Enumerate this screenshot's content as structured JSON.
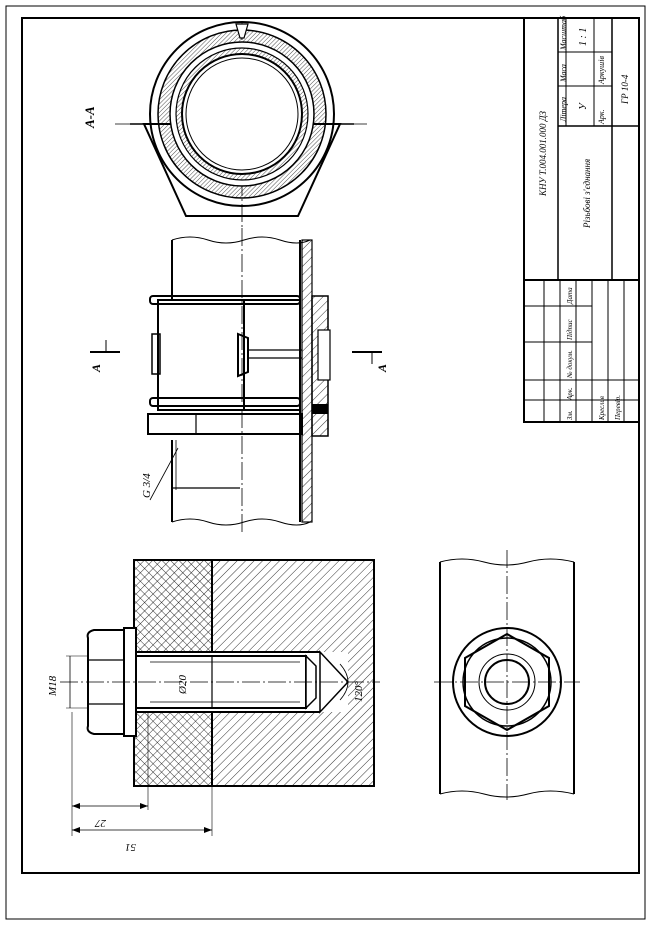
{
  "section_label": "А-А",
  "cut_marks": {
    "left": "А",
    "right": "А"
  },
  "dimensions": {
    "pipe_thread": "G 3/4",
    "bolt_thread": "M18",
    "hole_diameter": "Ø20",
    "drill_angle": "120°",
    "depth_short": "27",
    "depth_long": "51"
  },
  "title_block": {
    "document_code": "КНУ Т.004.001.000 ДЗ",
    "drawing_title": "Різьбові з'єднання",
    "col_letter": "Літера",
    "col_mass": "Маса",
    "col_scale": "Масштаб",
    "letter_value": "У",
    "scale_value": "1 : 1",
    "sheet_label": "Арк.",
    "sheets_label": "Аркушів",
    "group": "ГР 10-4",
    "stamp_headers": [
      "Зм.",
      "Арк.",
      "№ докум.",
      "Підпис",
      "Дата"
    ],
    "role_drawn": "Креслив",
    "role_checked": "Перевір."
  }
}
